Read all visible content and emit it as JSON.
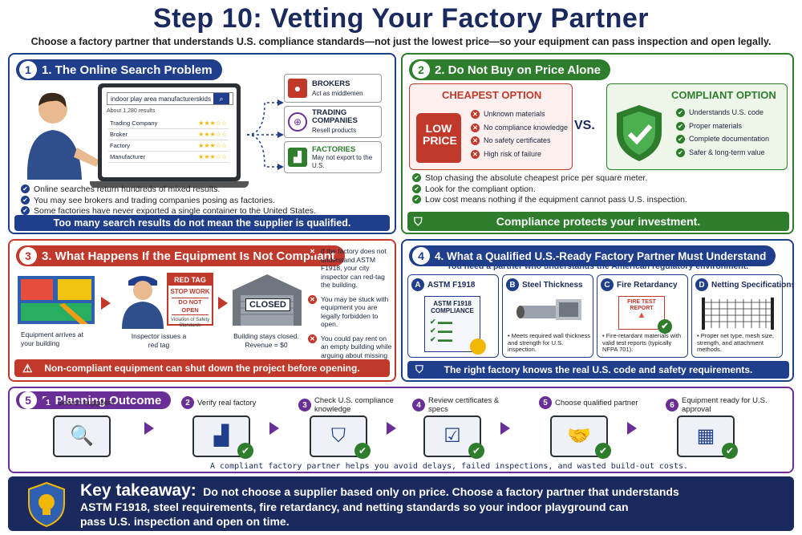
{
  "title": "Step 10: Vetting Your Factory Partner",
  "subtitle": "Choose a factory partner that understands U.S. compliance standards—not just the lowest price—so your equipment can pass inspection and open legally.",
  "s1": {
    "num": "1",
    "title": "1. The Online Search Problem",
    "query": "indoor play area manufacturerskids",
    "results": "About 1,280 results",
    "rows": [
      "Trading Company",
      "Broker",
      "Factory",
      "Manufacturer"
    ],
    "cat_brokers": "BROKERS",
    "cat_brokers_sub": "Act as middlemen",
    "cat_trading": "TRADING COMPANIES",
    "cat_trading_sub": "Resell products",
    "cat_factories": "FACTORIES",
    "cat_factories_sub": "May not export to the U.S.",
    "bullets": [
      "Online searches return hundreds of mixed results.",
      "You may see brokers and trading companies posing as factories.",
      "Some factories have never exported a single container to the United States."
    ],
    "banner": "Too many search results do not mean the supplier is qualified."
  },
  "s2": {
    "num": "2",
    "title": "2. Do Not Buy on Price Alone",
    "cheap_title": "CHEAPEST OPTION",
    "tag": "LOW PRICE",
    "cheap": [
      "Unknown materials",
      "No compliance knowledge",
      "No safety certificates",
      "High risk of failure"
    ],
    "vs": "VS.",
    "comp_title": "COMPLIANT OPTION",
    "comp": [
      "Understands U.S. code",
      "Proper materials",
      "Complete documentation",
      "Safer & long-term value"
    ],
    "bullets": [
      "Stop chasing the absolute cheapest price per square meter.",
      "Look for the compliant option.",
      "Low cost means nothing if the equipment cannot pass U.S. inspection."
    ],
    "banner": "Compliance protects your investment."
  },
  "s3": {
    "num": "3",
    "title": "3. What Happens If the Equipment Is Not Compliant",
    "cap1": "Equipment arrives at your building",
    "redtag": "RED TAG",
    "stopwork": "STOP WORK",
    "donotopen": "DO NOT OPEN",
    "violation": "Violation of Safety Standards",
    "cap2": "Inspector issues a red tag",
    "closed": "CLOSED",
    "cap3": "Building stays closed. Revenue = $0",
    "points": [
      "If the factory does not understand ASTM F1918, your city inspector can red-tag the building.",
      "You may be stuck with equipment you are legally forbidden to open.",
      "You could pay rent on an empty building while arguing about missing safety certificates."
    ],
    "banner": "Non-compliant equipment can shut down the project before opening."
  },
  "s4": {
    "num": "4",
    "title": "4. What a Qualified U.S.-Ready Factory Partner Must Understand",
    "intro": "You need a partner who understands the American regulatory environment.",
    "cards": [
      {
        "letter": "A",
        "title": "ASTM F1918",
        "doc": "ASTM F1918 COMPLIANCE",
        "desc": ""
      },
      {
        "letter": "B",
        "title": "Steel Thickness",
        "desc": "• Meets required wall thickness and strength for U.S. inspection."
      },
      {
        "letter": "C",
        "title": "Fire Retardancy",
        "doc": "FIRE TEST REPORT",
        "desc": "• Fire-retardant materials with valid test reports (typically NFPA 701)."
      },
      {
        "letter": "D",
        "title": "Netting Specifications",
        "desc": "• Proper net type, mesh size, strength, and attachment methods."
      }
    ],
    "banner": "The right factory knows the real U.S. code and safety requirements."
  },
  "s5": {
    "num": "5",
    "title": "5. Planning Outcome",
    "steps": [
      {
        "n": "1",
        "label": "Search suppliers"
      },
      {
        "n": "2",
        "label": "Verify real factory"
      },
      {
        "n": "3",
        "label": "Check U.S. compliance knowledge"
      },
      {
        "n": "4",
        "label": "Review certificates & specs"
      },
      {
        "n": "5",
        "label": "Choose qualified partner"
      },
      {
        "n": "6",
        "label": "Equipment ready for U.S. approval"
      }
    ],
    "note": "A compliant factory partner helps you avoid delays, failed inspections, and wasted build-out costs."
  },
  "takeaway": {
    "label": "Key takeaway:",
    "text1": "Do not choose a supplier based only on price. Choose a factory partner that understands",
    "text2": "ASTM F1918, steel requirements, fire retardancy, and netting standards so your indoor playground can",
    "text3": "pass U.S. inspection and open on time."
  },
  "colors": {
    "navy": "#1b2a5e",
    "blue": "#1f3e8c",
    "green": "#2d7d2d",
    "red": "#c0392b",
    "purple": "#6a2f96",
    "gold": "#f2b705"
  }
}
